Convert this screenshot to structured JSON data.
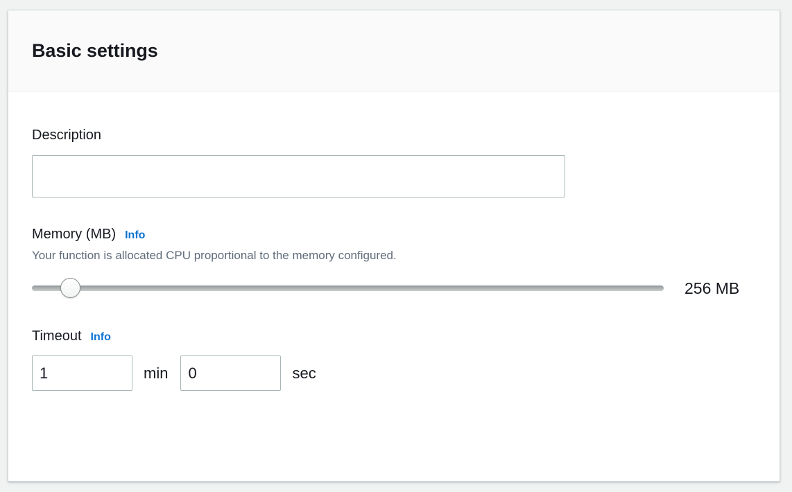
{
  "card": {
    "title": "Basic settings"
  },
  "description_field": {
    "label": "Description",
    "value": "",
    "placeholder": ""
  },
  "memory_field": {
    "label": "Memory (MB)",
    "info_label": "Info",
    "description": "Your function is allocated CPU proportional to the memory configured.",
    "value_label": "256 MB",
    "slider": {
      "value": 256,
      "min": 128,
      "max": 10240,
      "fill_percent": 4.5
    }
  },
  "timeout_field": {
    "label": "Timeout",
    "info_label": "Info",
    "minutes_value": "1",
    "minutes_unit": "min",
    "seconds_value": "0",
    "seconds_unit": "sec"
  },
  "colors": {
    "page_background": "#f1f3f3",
    "card_background": "#ffffff",
    "header_background": "#fafafa",
    "title_text": "#16191f",
    "helper_text": "#5f6b7a",
    "link_blue": "#0972d3",
    "input_border": "#aab7b8",
    "divider": "#e9ebed",
    "slider_track": "#a9adae"
  }
}
